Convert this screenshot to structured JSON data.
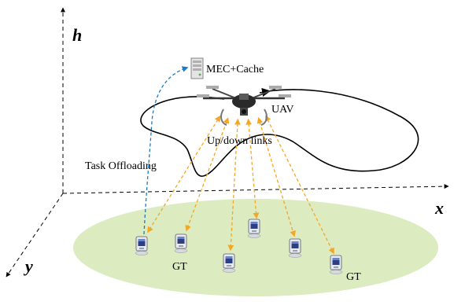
{
  "labels": {
    "h_axis": "h",
    "x_axis": "x",
    "y_axis": "y",
    "mec_cache": "MEC+Cache",
    "uav": "UAV",
    "links": "Up/down links",
    "task_offloading": "Task Offloading",
    "gt_left": "GT",
    "gt_right": "GT"
  },
  "colors": {
    "ground_area": "#dcebc0",
    "link_arrow": "#f5a623",
    "offload_arrow": "#1b7bc4",
    "trajectory": "#000000",
    "axis": "#000000"
  },
  "icons": {
    "server": "server-icon",
    "uav": "drone-icon",
    "ground_terminal": "mobile-terminal-icon"
  }
}
